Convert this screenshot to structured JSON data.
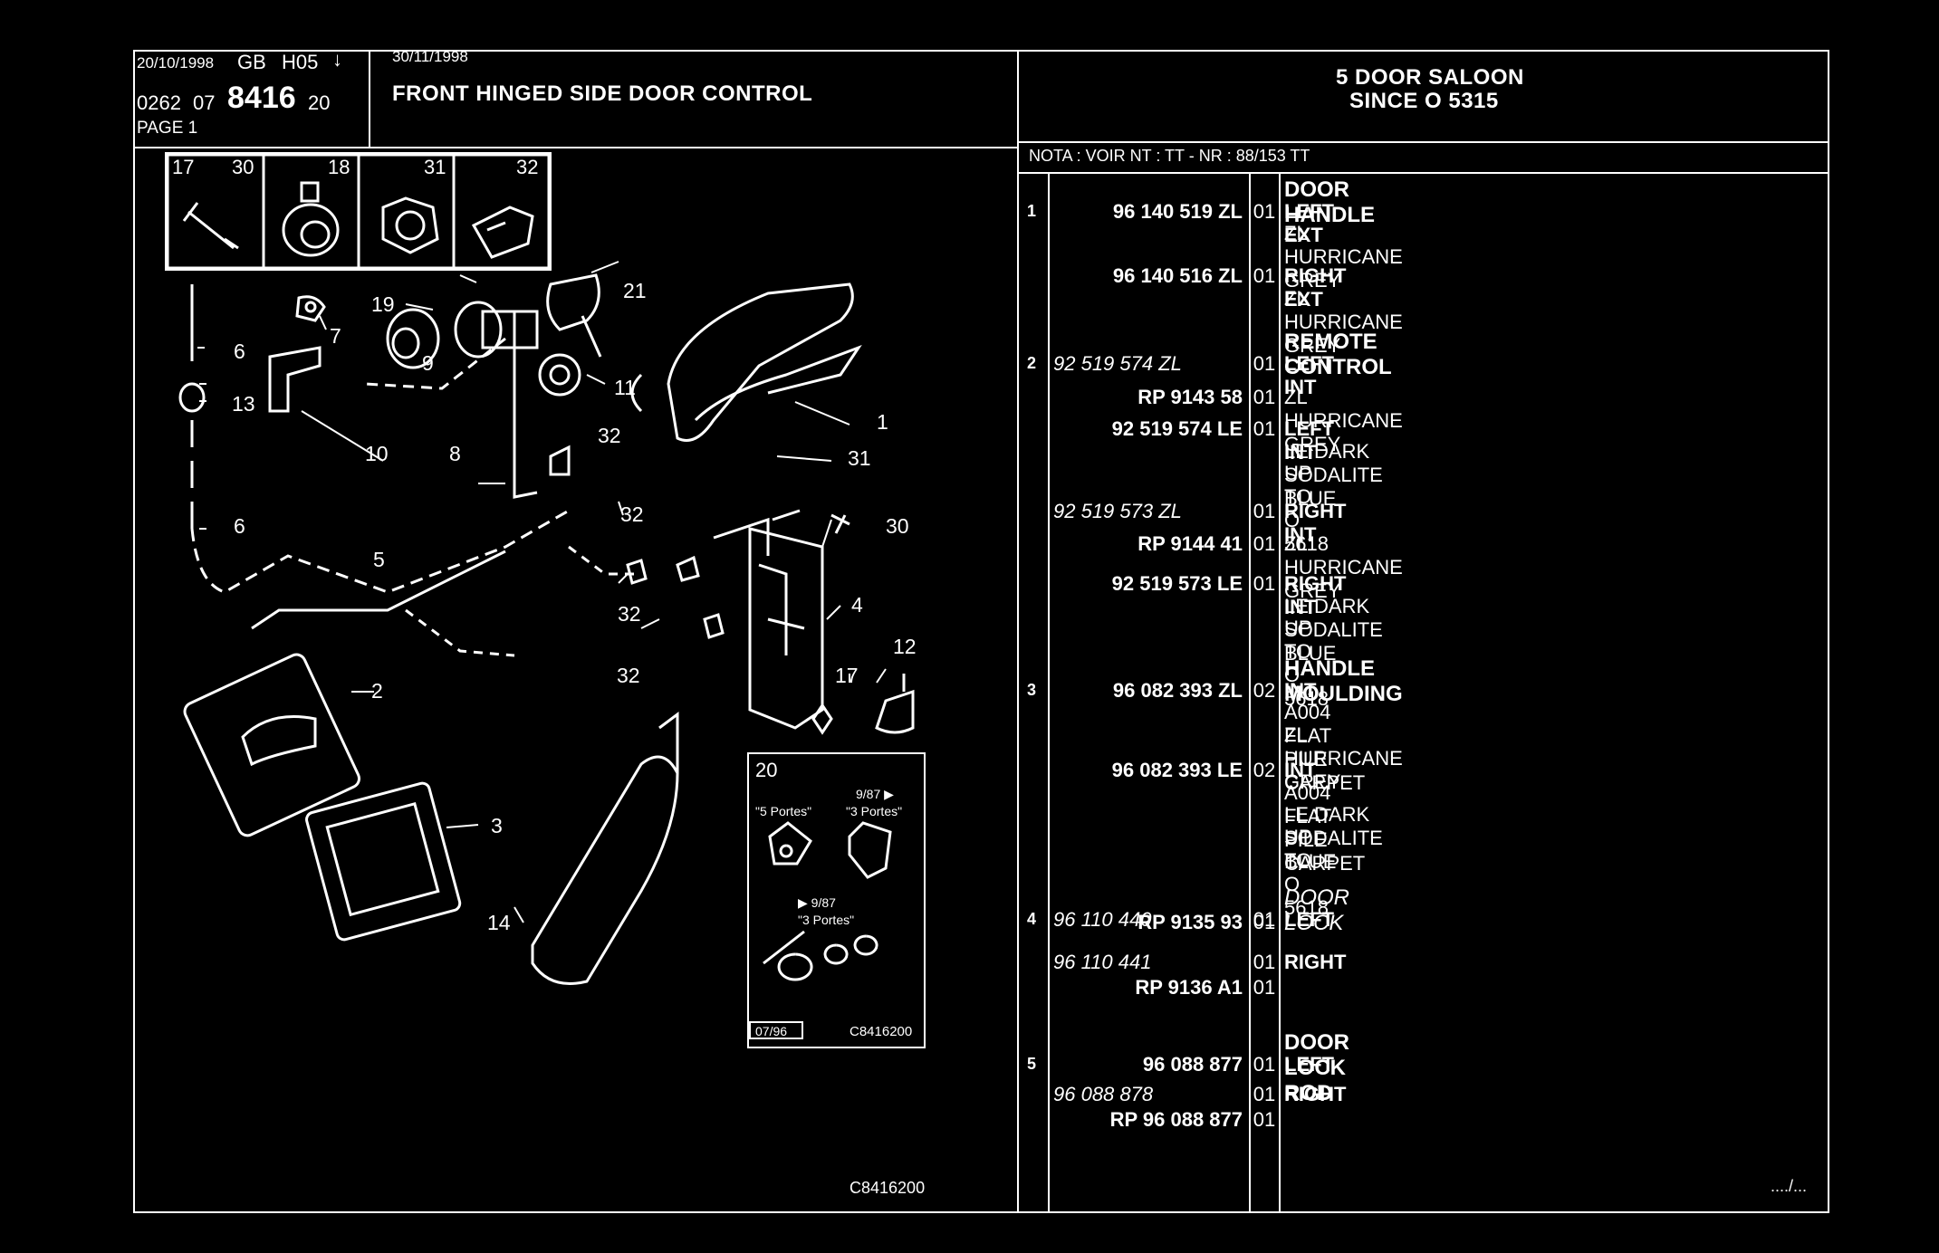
{
  "header": {
    "date1": "20/10/1998",
    "market": "GB",
    "model": "H05",
    "arrow": "↓",
    "date2": "30/11/1998",
    "ref_a": "0262",
    "ref_b": "07",
    "ref_main": "8416",
    "ref_c": "20",
    "page": "PAGE 1",
    "title": "FRONT HINGED SIDE DOOR CONTROL",
    "body_line1": "5 DOOR SALOON",
    "body_line2": "SINCE O  5315"
  },
  "nota": "NOTA : VOIR NT : TT - NR : 88/153 TT",
  "diagram": {
    "ref_code": "C8416200",
    "inset_ref": "C8416200",
    "inset_date": "07/96",
    "inset_num": "20",
    "inset_5portes": "\"5 Portes\"",
    "inset_3portes": "\"3 Portes\"",
    "inset_date2": "9/87 ▶",
    "inset_date3": "▶ 9/87",
    "inset_3portes2": "\"3 Portes\"",
    "top_boxes": [
      "17",
      "30",
      "18",
      "31",
      "32"
    ],
    "callouts": [
      "1",
      "2",
      "3",
      "4",
      "5",
      "6",
      "6",
      "7",
      "8",
      "9",
      "10",
      "11",
      "12",
      "13",
      "14",
      "17",
      "19",
      "21",
      "30",
      "31",
      "32",
      "32",
      "32",
      "32"
    ]
  },
  "parts": [
    {
      "item": "1",
      "pn": "96 140 519 ZL",
      "qty": "01",
      "desc": [
        "DOOR HANDLE",
        "LEFT EXT",
        "ZL HURRICANE GREY"
      ]
    },
    {
      "item": "",
      "pn": "96 140 516 ZL",
      "qty": "01",
      "desc": [
        "RIGHT EXT",
        "ZL HURRICANE GREY"
      ]
    },
    {
      "item": "2",
      "pn": "92 519 574 ZL",
      "qty": "01",
      "desc": [
        "REMOTE CONTROL",
        "LEFT INT"
      ]
    },
    {
      "item": "",
      "pn": "RP  9143 58",
      "qty": "01",
      "desc": [
        "ZL HURRICANE GREY"
      ]
    },
    {
      "item": "",
      "pn": "92 519 574 LE",
      "qty": "01",
      "desc": [
        "LEFT INT",
        "LE DARK SODALITE BLUE",
        "UP TO O  5618"
      ]
    },
    {
      "item": "",
      "pn": "92 519 573 ZL",
      "qty": "01",
      "desc": [
        "RIGHT INT"
      ]
    },
    {
      "item": "",
      "pn": "RP  9144 41",
      "qty": "01",
      "desc": [
        "ZL HURRICANE GREY"
      ]
    },
    {
      "item": "",
      "pn": "92 519 573 LE",
      "qty": "01",
      "desc": [
        "RIGHT INT",
        "LE DARK SODALITE BLUE",
        "UP TO O  5618"
      ]
    },
    {
      "item": "3",
      "pn": "96 082 393 ZL",
      "qty": "02",
      "desc": [
        "HANDLE MOULDING",
        "INT",
        "A004 FLAT PILE CARPET",
        "ZL HURRICANE GREY"
      ]
    },
    {
      "item": "",
      "pn": "96 082 393 LE",
      "qty": "02",
      "desc": [
        "INT",
        "A004 FLAT PILE CARPET",
        "LE DARK SODALITE BLUE",
        "UP TO O  5618"
      ]
    },
    {
      "item": "4",
      "pn": "96 110 440",
      "qty": "01",
      "desc": [
        "DOOR LOCK",
        "LEFT"
      ]
    },
    {
      "item": "",
      "pn": "RP  9135 93",
      "qty": "01",
      "desc": []
    },
    {
      "item": "",
      "pn": "96 110 441",
      "qty": "01",
      "desc": [
        "RIGHT"
      ]
    },
    {
      "item": "",
      "pn": "RP  9136 A1",
      "qty": "01",
      "desc": []
    },
    {
      "item": "5",
      "pn": "96 088 877",
      "qty": "01",
      "desc": [
        "DOOR LOCK ROD",
        "LEFT"
      ]
    },
    {
      "item": "",
      "pn": "96 088 878",
      "qty": "01",
      "desc": [
        "RIGHT"
      ]
    },
    {
      "item": "",
      "pn": "RP   96 088 877",
      "qty": "01",
      "desc": []
    }
  ],
  "continued": "..../..."
}
